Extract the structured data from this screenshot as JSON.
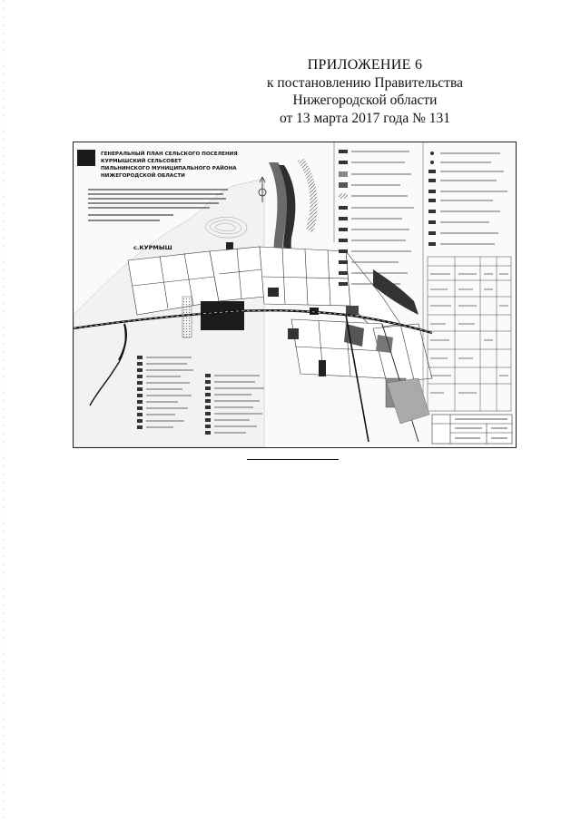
{
  "heading": {
    "line1": "ПРИЛОЖЕНИЕ 6",
    "line2": "к постановлению Правительства",
    "line3": "Нижегородской области",
    "line4": "от 13 марта 2017 года № 131"
  },
  "map": {
    "title_lines": [
      "ГЕНЕРАЛЬНЫЙ ПЛАН СЕЛЬСКОГО ПОСЕЛЕНИЯ",
      "КУРМЫШСКИЙ СЕЛЬСОВЕТ",
      "ПИЛЬНИНСКОГО МУНИЦИПАЛЬНОГО РАЙОНА",
      "НИЖЕГОРОДСКОЙ ОБЛАСТИ"
    ],
    "settlement_label": "с.КУРМЫШ"
  },
  "colors": {
    "ink": "#111111",
    "map_dark": "#3a3a3a",
    "map_mid": "#8a8a8a",
    "map_light": "#c8c8c8"
  }
}
